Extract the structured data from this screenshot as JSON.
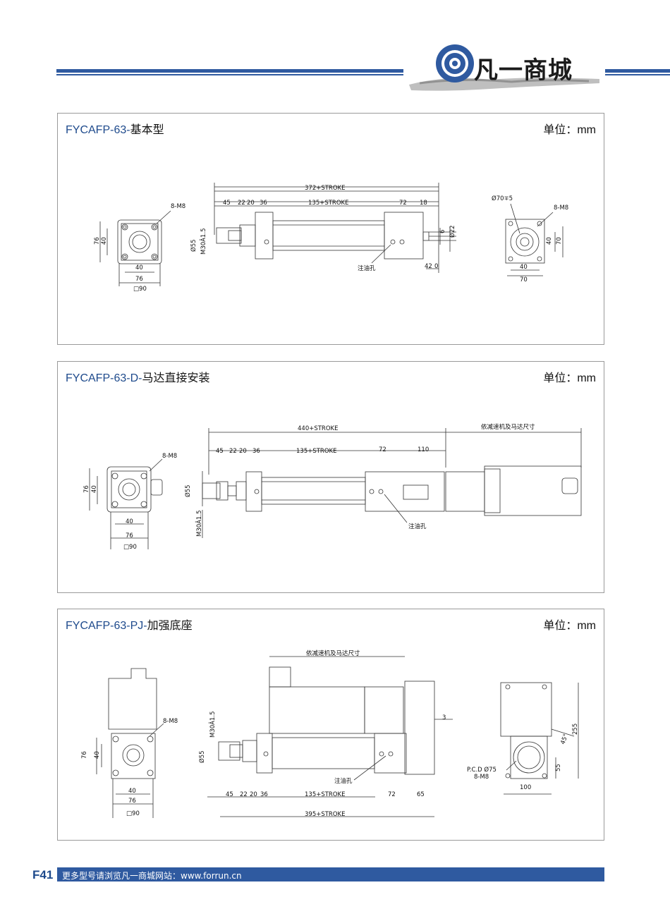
{
  "header": {
    "brand_text": "凡一商城",
    "brand_color": "#2f5aa0"
  },
  "panels": [
    {
      "code": "FYCAFP-63-",
      "name": "基本型",
      "unit": "单位：mm",
      "dims": {
        "total": "372+STROKE",
        "d45": "45",
        "d22": "22",
        "d20": "20",
        "d36": "36",
        "stroke": "135+STROKE",
        "d72": "72",
        "d18": "18",
        "d6": "6",
        "phi22": "Ø22",
        "d42": "42",
        "d0": "0",
        "phi55": "Ø55",
        "m30": "M30Â1.5",
        "oil": "注油孔",
        "front_m8": "8-M8",
        "front_76v": "76",
        "front_40v": "40",
        "front_40h": "40",
        "front_76h": "76",
        "front_sq90": "□90",
        "side_phi70": "Ø70∓5",
        "side_m8": "8-M8",
        "side_40v": "40",
        "side_70v": "70",
        "side_40h": "40",
        "side_70h": "70"
      }
    },
    {
      "code": "FYCAFP-63-D-",
      "name": "马达直接安装",
      "unit": "单位：mm",
      "dims": {
        "total": "440+STROKE",
        "motor": "依减速机及马达尺寸",
        "d45": "45",
        "d22": "22",
        "d20": "20",
        "d36": "36",
        "stroke": "135+STROKE",
        "d72": "72",
        "d110": "110",
        "phi55": "Ø55",
        "m30": "M30Â1.5",
        "oil": "注油孔",
        "front_m8": "8-M8",
        "front_76v": "76",
        "front_40v": "40",
        "front_40h": "40",
        "front_76h": "76",
        "front_sq90": "□90"
      }
    },
    {
      "code": "FYCAFP-63-PJ-",
      "name": "加强底座",
      "unit": "单位：mm",
      "dims": {
        "motor": "依减速机及马达尺寸",
        "d3": "3",
        "m30": "M30Â1.5",
        "phi55": "Ø55",
        "oil": "注油孔",
        "d45": "45",
        "d22": "22",
        "d20": "20",
        "d36": "36",
        "stroke": "135+STROKE",
        "d72": "72",
        "d65": "65",
        "total": "395+STROKE",
        "front_m8": "8-M8",
        "front_76v": "76",
        "front_40v": "40",
        "front_40h": "40",
        "front_76h": "76",
        "front_sq90": "□90",
        "side_255": "255",
        "side_45": "45°",
        "side_55": "55",
        "side_pcd": "P.C.D Ø75",
        "side_m8": "8-M8",
        "side_100": "100"
      }
    }
  ],
  "footer": {
    "page": "F41",
    "text": "更多型号请浏览凡一商城网站：www.forrun.cn"
  }
}
